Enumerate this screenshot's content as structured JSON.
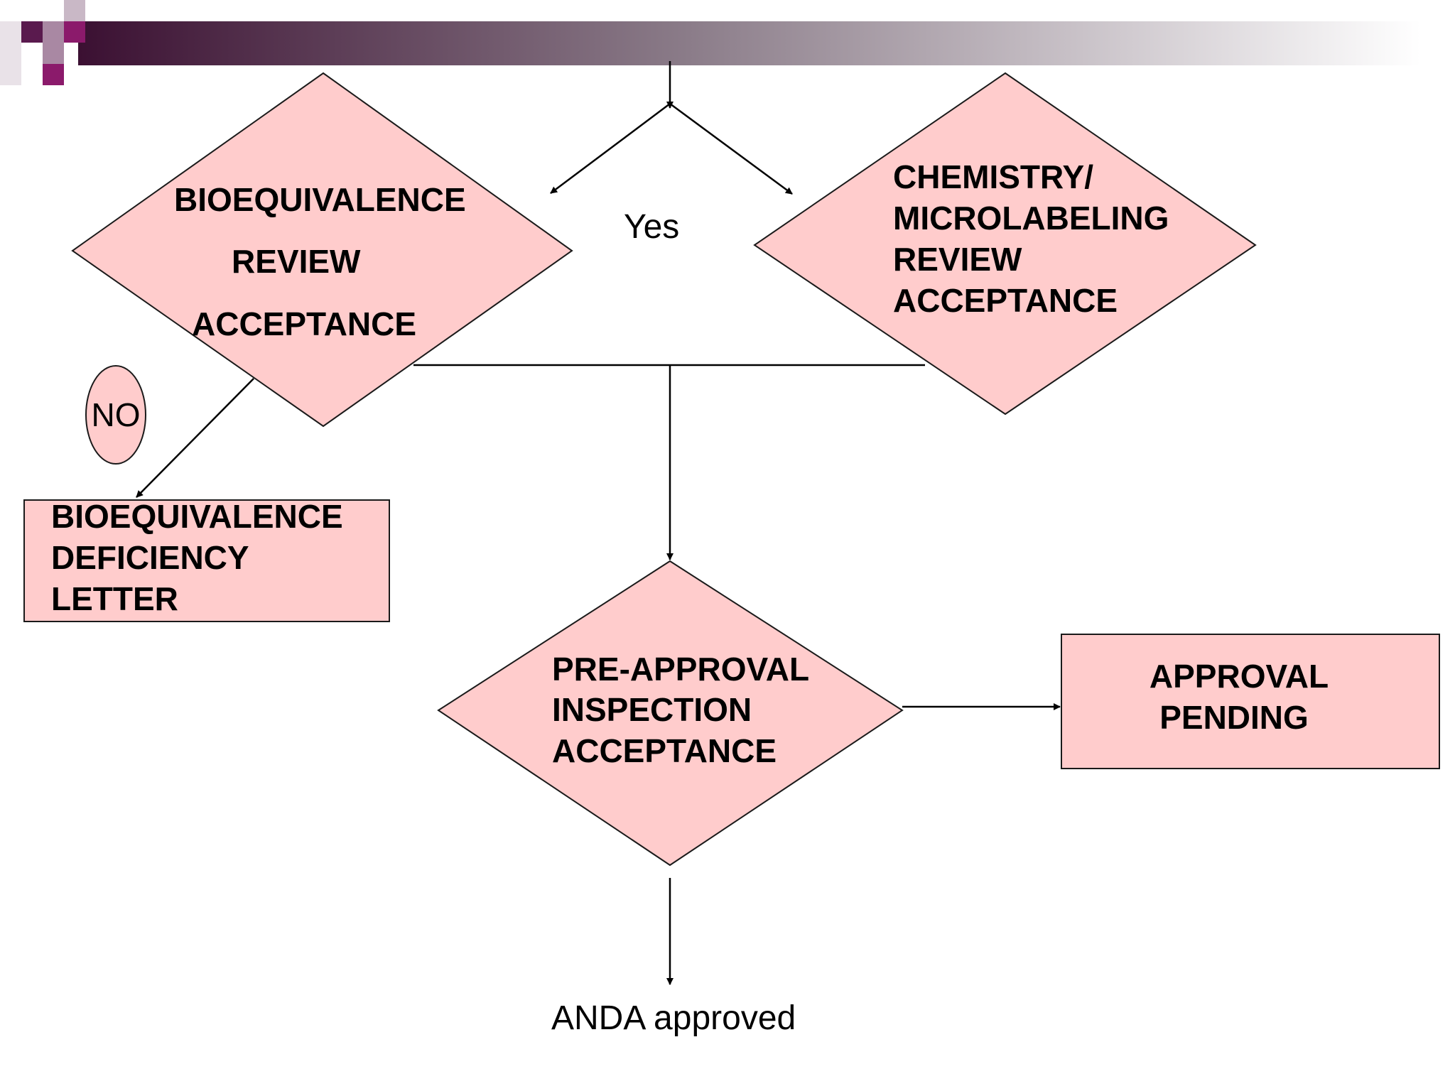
{
  "colors": {
    "shape_fill": "#ffcccc",
    "shape_stroke": "#1a1a1a",
    "header_dark": "#3b1032",
    "header_light": "#ffffff",
    "accent_magenta": "#8b1a6b",
    "accent_plum": "#5a1a4e",
    "accent_lilac": "#a988a3"
  },
  "diagram": {
    "bioequivalence_decision": {
      "lines": [
        "BIOEQUIVALENCE",
        "REVIEW",
        "ACCEPTANCE"
      ]
    },
    "chemistry_decision": {
      "lines": [
        "CHEMISTRY/",
        "MICROLABELING",
        "REVIEW",
        "ACCEPTANCE"
      ]
    },
    "yes_label": "Yes",
    "no_label": "NO",
    "deficiency_box": {
      "lines": [
        "BIOEQUIVALENCE",
        "DEFICIENCY",
        "LETTER"
      ]
    },
    "preapproval_decision": {
      "lines": [
        "PRE-APPROVAL",
        "INSPECTION",
        "ACCEPTANCE"
      ]
    },
    "approval_box": {
      "lines": [
        "APPROVAL",
        "PENDING"
      ]
    },
    "final_label": "ANDA approved"
  }
}
